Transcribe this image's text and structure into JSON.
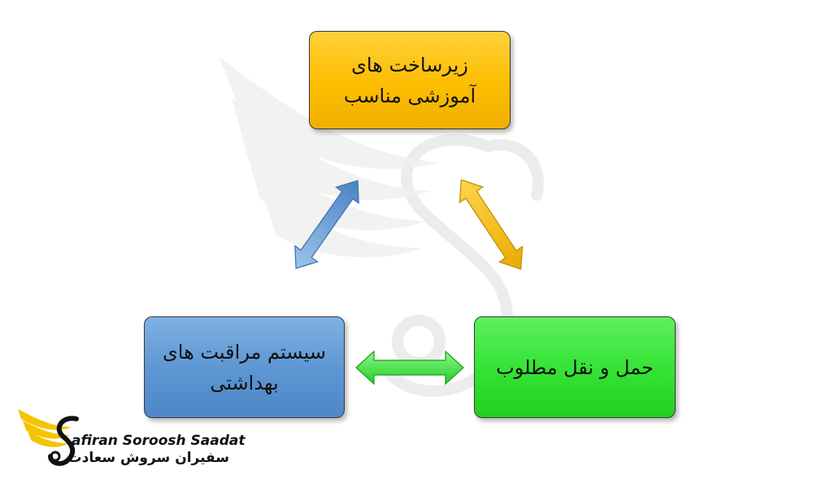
{
  "boxes": {
    "top": {
      "line1": "زیرساخت های",
      "line2": "آموزشی مناسب",
      "color": "#fdbd00"
    },
    "left": {
      "line1": "سیستم مراقبت های",
      "line2": "بهداشتی",
      "color": "#5b95d2"
    },
    "right": {
      "line1": "حمل و نقل مطلوب",
      "color": "#33e233"
    }
  },
  "arrows": {
    "top_left_color": "#5b95d2",
    "top_right_color": "#fdbd00",
    "bottom_color": "#33e233"
  },
  "logo": {
    "name_en": "afiran Soroosh Saadat",
    "name_fa": "سفیران سروش سعادت",
    "icon": "wing-s-logo-icon",
    "wing_color": "#f5c400"
  },
  "watermark": {
    "icon": "wing-s-watermark-icon"
  }
}
